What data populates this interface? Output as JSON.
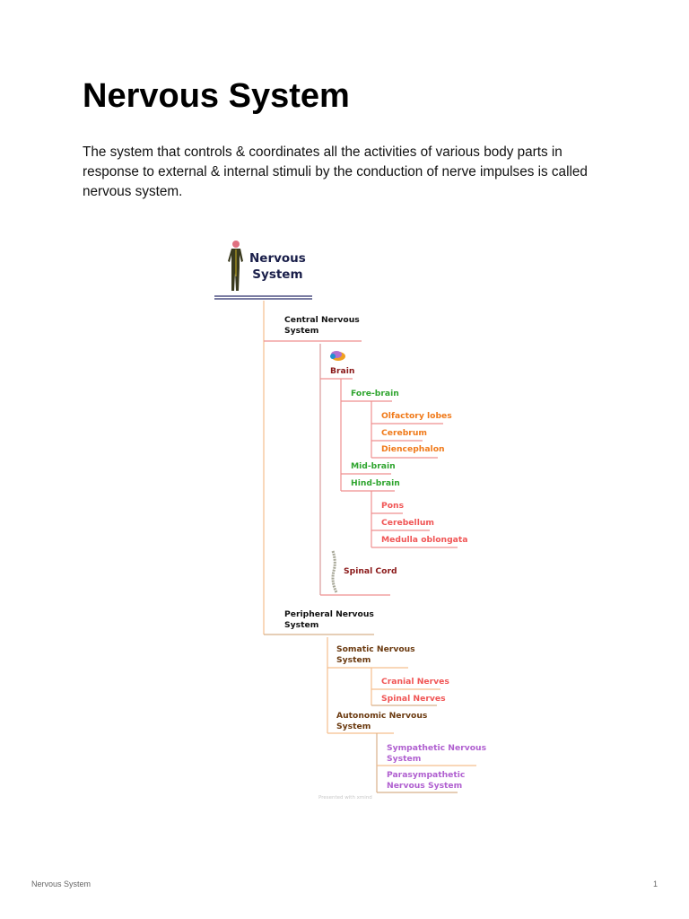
{
  "document": {
    "title": "Nervous System",
    "paragraph": "The system that controls & coordinates all the activities of various body parts in response to external & internal stimuli by the conduction of nerve impulses is called nervous system."
  },
  "mindmap": {
    "root": {
      "line1": "Nervous",
      "line2": "System",
      "icon": "human-figure-icon"
    },
    "cns": {
      "line1": "Central Nervous",
      "line2": "System"
    },
    "brain": {
      "label": "Brain",
      "icon": "brain-icon"
    },
    "forebrain": "Fore-brain",
    "olfactory": "Olfactory lobes",
    "cerebrum": "Cerebrum",
    "diencephalon": "Diencephalon",
    "midbrain": "Mid-brain",
    "hindbrain": "Hind-brain",
    "pons": "Pons",
    "cerebellum": "Cerebellum",
    "medulla": "Medulla oblongata",
    "spinal_cord": {
      "label": "Spinal Cord",
      "icon": "spine-icon"
    },
    "pns": {
      "line1": "Peripheral Nervous",
      "line2": "System"
    },
    "somatic": {
      "line1": "Somatic Nervous",
      "line2": "System"
    },
    "cranial": "Cranial Nerves",
    "spinal_nerves": "Spinal Nerves",
    "autonomic": {
      "line1": "Autonomic Nervous",
      "line2": "System"
    },
    "sympathetic": {
      "line1": "Sympathetic Nervous",
      "line2": "System"
    },
    "parasympathetic": {
      "line1": "Parasympathetic",
      "line2": "Nervous System"
    },
    "watermark": "Presented with xmind",
    "colors": {
      "root": "#1a1f4a",
      "brain": "#8b1a1a",
      "green": "#2fa52f",
      "orange": "#f07a1a",
      "red": "#f05555",
      "brown": "#6b3a10",
      "purple": "#b060d0",
      "orange_line": "#f5bf8e",
      "red_line": "#ef8f8f"
    }
  },
  "footer": {
    "left": "Nervous System",
    "page": "1"
  }
}
